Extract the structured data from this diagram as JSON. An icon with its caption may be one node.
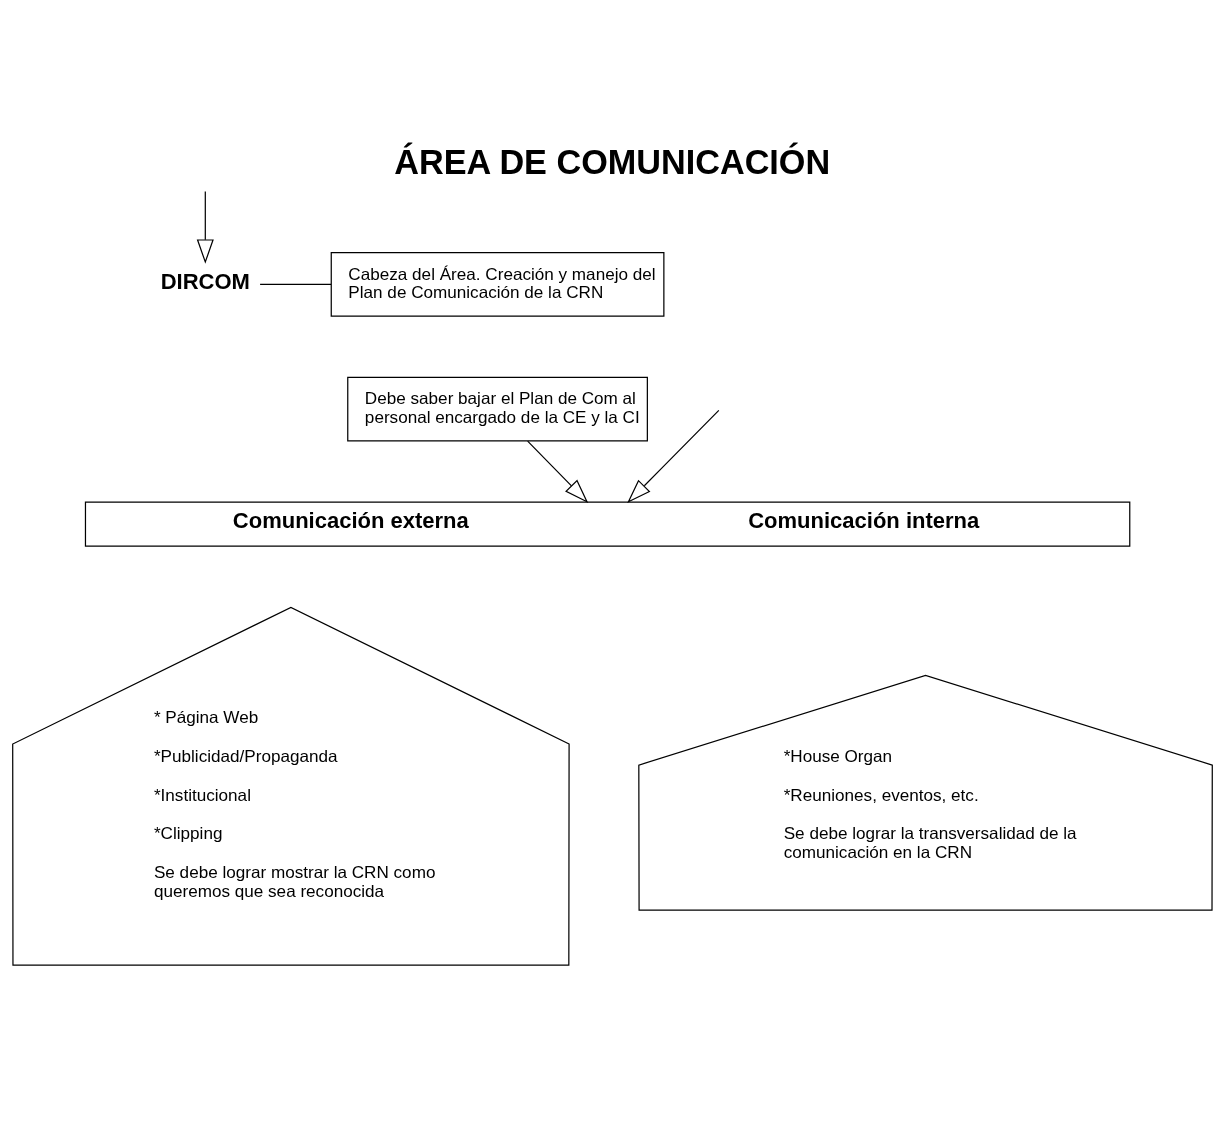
{
  "diagram": {
    "title": "ÁREA DE COMUNICACIÓN",
    "nodes": [
      {
        "text": [
          "DIRCOM"
        ]
      },
      {
        "text": [
          "Cabeza del Área. Creación y manejo del Plan de Comunicación de la CRN"
        ]
      },
      {
        "text": [
          "Debe saber bajar el Plan de Com al personal encargado de la CE y la CI"
        ]
      },
      {
        "text": [
          "Comunicación externa",
          "Comunicación interna"
        ]
      },
      {
        "text": [
          "* Página Web",
          "*Publicidad/Propaganda",
          "*Institucional",
          "*Clipping",
          "Se debe lograr mostrar la CRN como queremos que sea reconocida"
        ]
      },
      {
        "text": [
          "*House Organ",
          "*Reuniones, eventos, etc.",
          "Se debe lograr la transversalidad de la comunicación en la CRN"
        ]
      }
    ],
    "edges": [
      {
        "from": null,
        "to": 0,
        "arrow": "to"
      },
      {
        "from": 0,
        "to": 1,
        "arrow": "none"
      },
      {
        "from": 2,
        "to": 3,
        "arrow": "to"
      },
      {
        "from": null,
        "to": 3,
        "arrow": "to"
      }
    ]
  }
}
